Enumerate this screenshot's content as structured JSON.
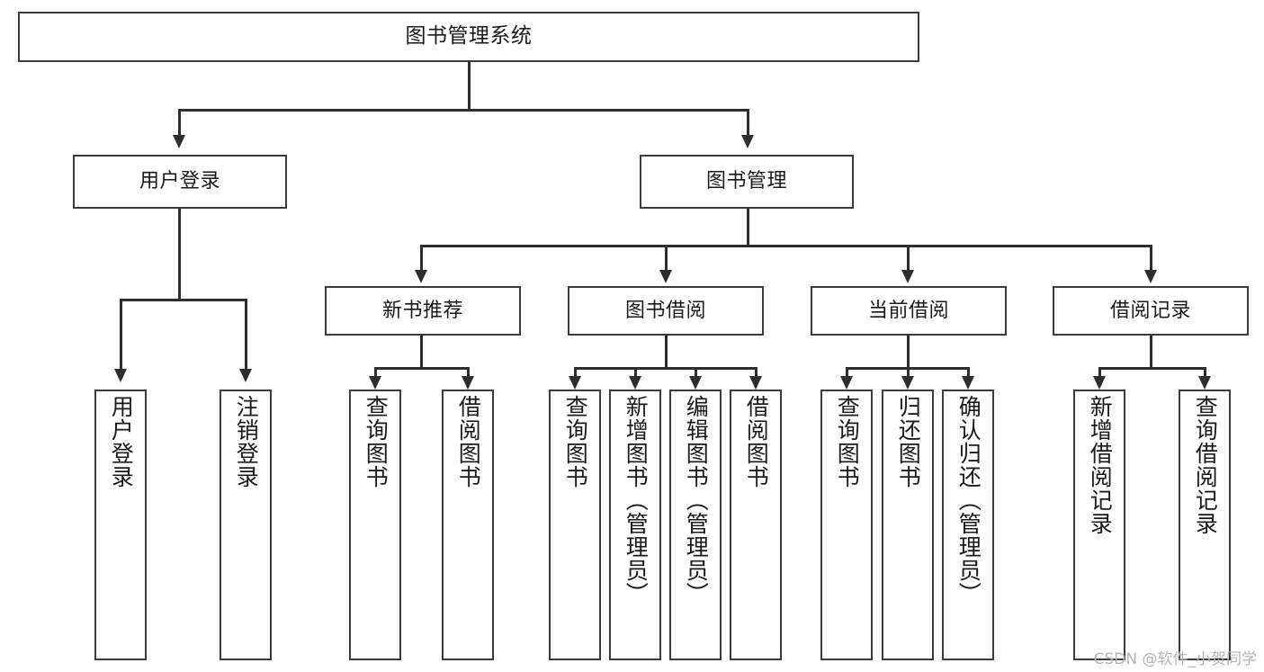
{
  "diagram": {
    "title": "图书管理系统",
    "type": "tree-hierarchy",
    "root": {
      "label": "图书管理系统"
    },
    "level2": [
      {
        "label": "用户登录"
      },
      {
        "label": "图书管理"
      }
    ],
    "level3": [
      {
        "label": "新书推荐"
      },
      {
        "label": "图书借阅"
      },
      {
        "label": "当前借阅"
      },
      {
        "label": "借阅记录"
      }
    ],
    "leaves": {
      "user_login": [
        {
          "label": "用户登录"
        },
        {
          "label": "注销登录"
        }
      ],
      "new_book_recommend": [
        {
          "label": "查询图书"
        },
        {
          "label": "借阅图书"
        }
      ],
      "book_borrow": [
        {
          "label": "查询图书"
        },
        {
          "label": "新增图书（管理员）"
        },
        {
          "label": "编辑图书（管理员）"
        },
        {
          "label": "借阅图书"
        }
      ],
      "current_borrow": [
        {
          "label": "查询图书"
        },
        {
          "label": "归还图书"
        },
        {
          "label": "确认归还（管理员）"
        }
      ],
      "borrow_record": [
        {
          "label": "新增借阅记录"
        },
        {
          "label": "查询借阅记录"
        }
      ]
    }
  },
  "watermark": {
    "text": "CSDN @软件_小贺同学"
  },
  "colors": {
    "border": "#3b3b3b",
    "connector": "#2e2e2e",
    "background": "#ffffff",
    "text": "#1a1a1a",
    "watermark": "#b4b4b4"
  }
}
